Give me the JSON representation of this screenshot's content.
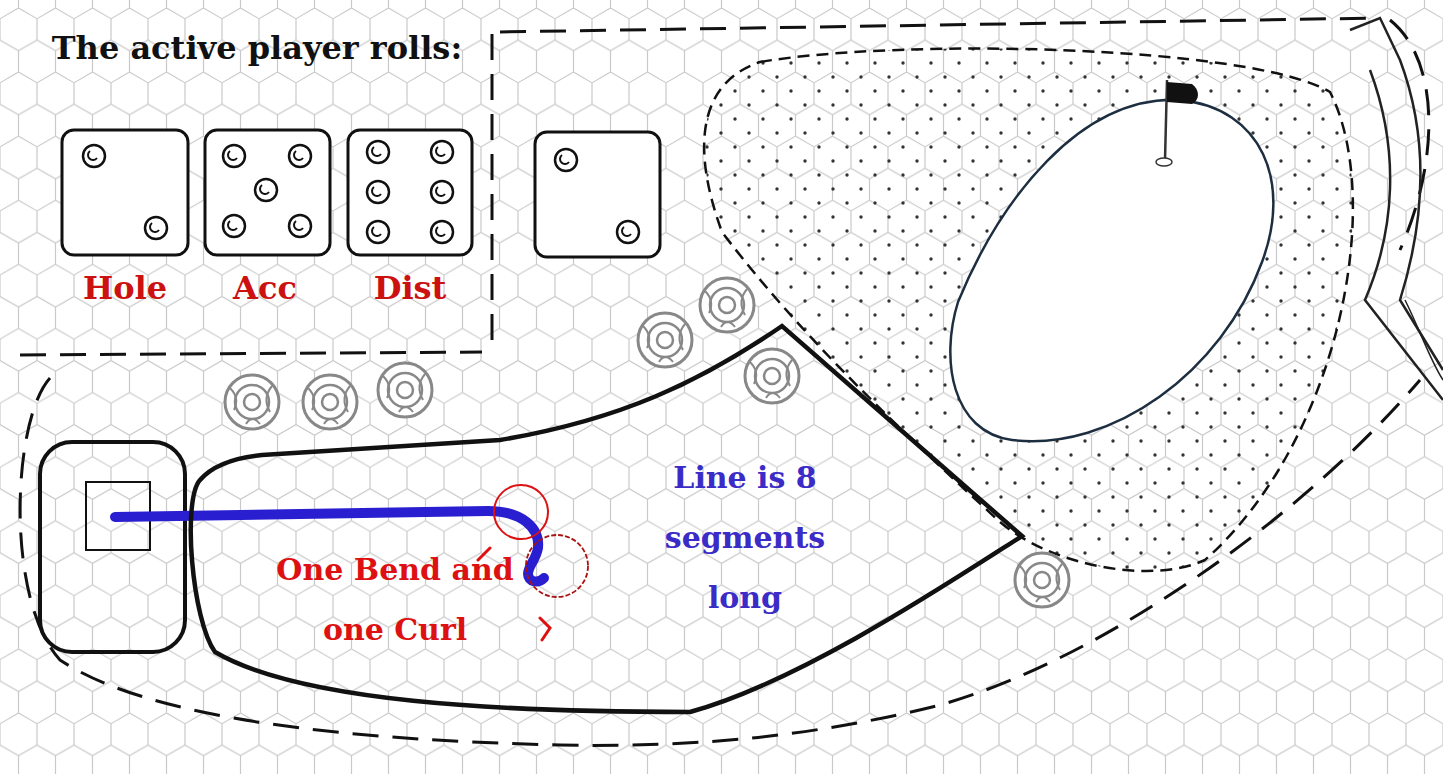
{
  "diagram": {
    "nodes": [
      {
        "text": [
          "The active player rolls:",
          "Hole",
          "Acc",
          "Dist"
        ]
      },
      {
        "text": [
          "Line is 8 segments long",
          "One Bend and one Curl"
        ]
      }
    ]
  }
}
